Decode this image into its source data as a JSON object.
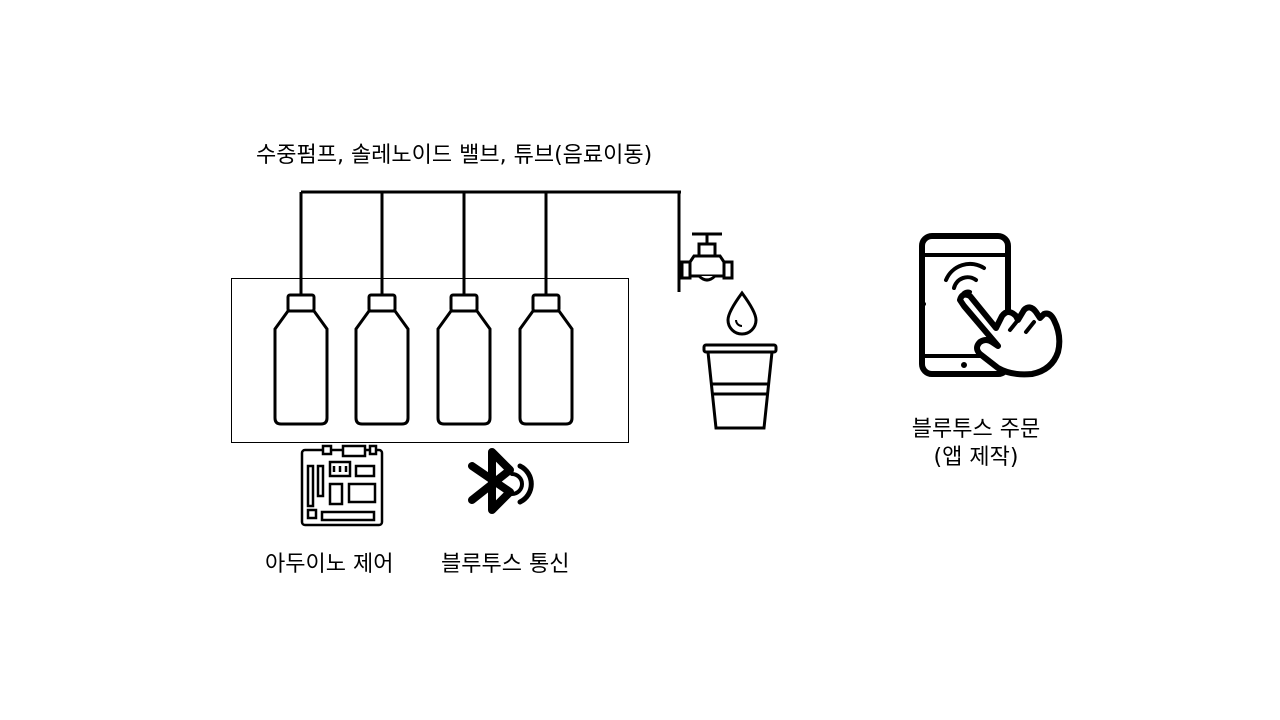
{
  "labels": {
    "pipeline": "수중펌프, 솔레노이드 밸브, 튜브(음료이동)",
    "arduino": "아두이노 제어",
    "bluetooth_comm": "블루투스 통신",
    "order_line1": "블루투스 주문",
    "order_line2": "(앱 제작)"
  },
  "icons": [
    "bottle-icon",
    "faucet-icon",
    "water-drop-icon",
    "cup-icon",
    "circuit-board-icon",
    "bluetooth-icon",
    "tablet-touch-icon"
  ]
}
